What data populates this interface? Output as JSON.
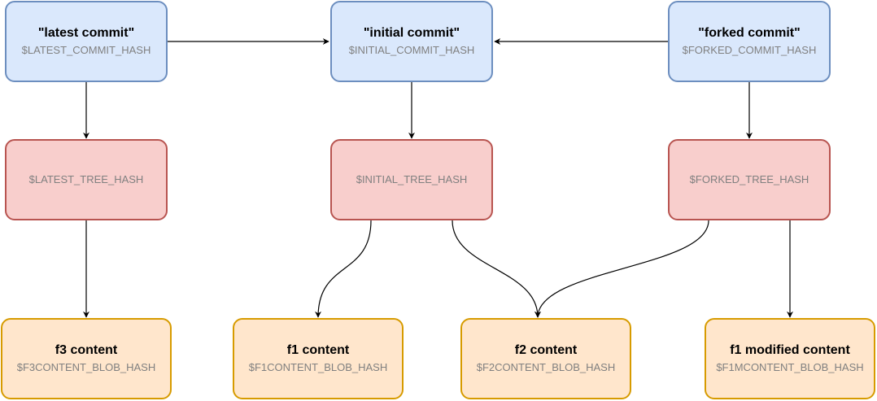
{
  "commits": {
    "latest": {
      "title": "\"latest commit\"",
      "hash": "$LATEST_COMMIT_HASH"
    },
    "initial": {
      "title": "\"initial commit\"",
      "hash": "$INITIAL_COMMIT_HASH"
    },
    "forked": {
      "title": "\"forked commit\"",
      "hash": "$FORKED_COMMIT_HASH"
    }
  },
  "trees": {
    "latest": {
      "hash": "$LATEST_TREE_HASH"
    },
    "initial": {
      "hash": "$INITIAL_TREE_HASH"
    },
    "forked": {
      "hash": "$FORKED_TREE_HASH"
    }
  },
  "blobs": {
    "f3": {
      "title": "f3 content",
      "hash": "$F3CONTENT_BLOB_HASH"
    },
    "f1": {
      "title": "f1 content",
      "hash": "$F1CONTENT_BLOB_HASH"
    },
    "f2": {
      "title": "f2 content",
      "hash": "$F2CONTENT_BLOB_HASH"
    },
    "f1m": {
      "title": "f1 modified content",
      "hash": "$F1MCONTENT_BLOB_HASH"
    }
  },
  "colors": {
    "commit_fill": "#dae8fc",
    "commit_stroke": "#6c8ebf",
    "tree_fill": "#f8cecc",
    "tree_stroke": "#b85450",
    "blob_fill": "#ffe6cc",
    "blob_stroke": "#d79b00",
    "edge": "#000000",
    "hash_text": "#808080"
  }
}
